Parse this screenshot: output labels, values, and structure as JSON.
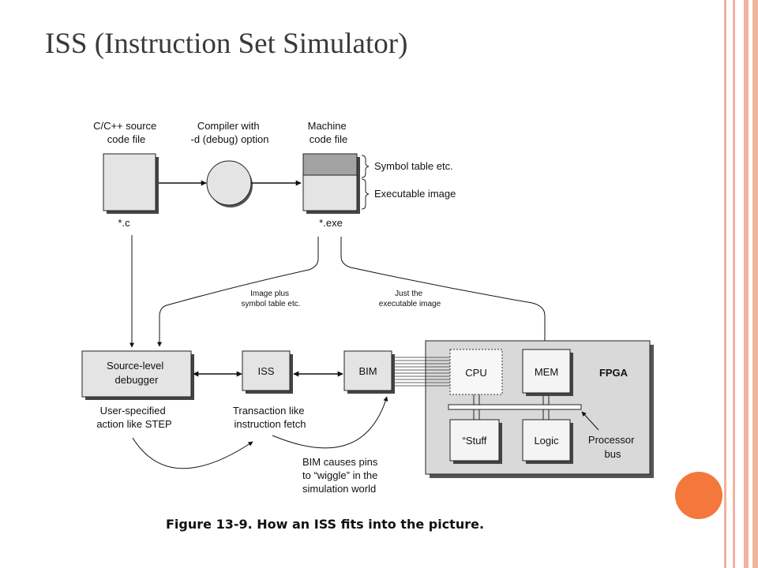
{
  "slide": {
    "title": "ISS (Instruction Set Simulator)"
  },
  "diagram": {
    "source_label": [
      "C/C++ source",
      "code file"
    ],
    "source_ext": "*.c",
    "compiler_label": [
      "Compiler with",
      "-d (debug) option"
    ],
    "machine_label": [
      "Machine",
      "code file"
    ],
    "machine_ext": "*.exe",
    "symbol_table": "Symbol table etc.",
    "executable_image": "Executable image",
    "image_plus": [
      "Image plus",
      "symbol table etc."
    ],
    "just_exec": [
      "Just the",
      "executable image"
    ],
    "debugger": [
      "Source-level",
      "debugger"
    ],
    "iss": "ISS",
    "bim": "BIM",
    "cpu": "CPU",
    "mem": "MEM",
    "fpga": "FPGA",
    "stuff": "“Stuff",
    "logic": "Logic",
    "processor_bus": [
      "Processor",
      "bus"
    ],
    "user_action": [
      "User-specified",
      "action like STEP"
    ],
    "transaction": [
      "Transaction like",
      "instruction fetch"
    ],
    "bim_causes": [
      "BIM causes pins",
      "to “wiggle” in the",
      "simulation world"
    ],
    "caption": "Figure 13-9. How an ISS fits into the picture."
  },
  "colors": {
    "frame": "#f1b39e",
    "accent": "#f4773c",
    "title": "#3a3a3a",
    "box_fill": "#e4e4e4",
    "fpga_fill": "#d9d9d9"
  }
}
